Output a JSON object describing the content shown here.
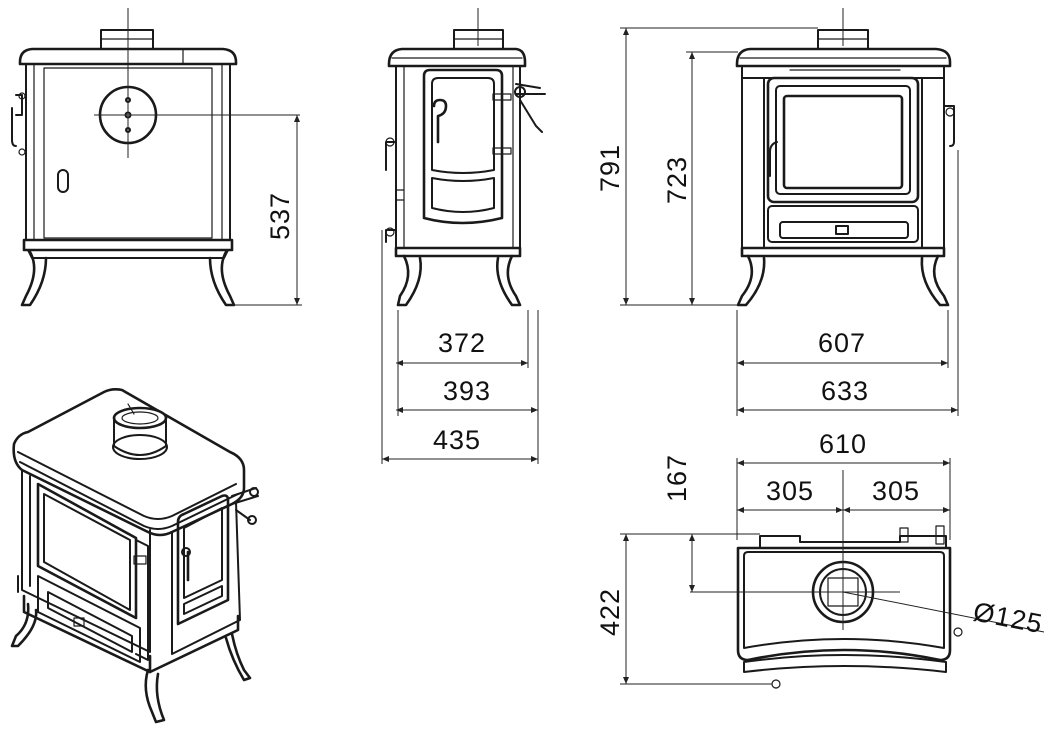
{
  "dimensions": {
    "side_height": "537",
    "front_height_total": "791",
    "front_height_body": "723",
    "side_depth_feet": "372",
    "side_depth_body": "393",
    "side_depth_total": "435",
    "front_width_feet": "607",
    "front_width_total": "633",
    "top_width": "610",
    "top_half_left": "305",
    "top_half_right": "305",
    "top_flue_offset": "167",
    "top_depth": "422",
    "flue_diameter": "Ø125"
  }
}
